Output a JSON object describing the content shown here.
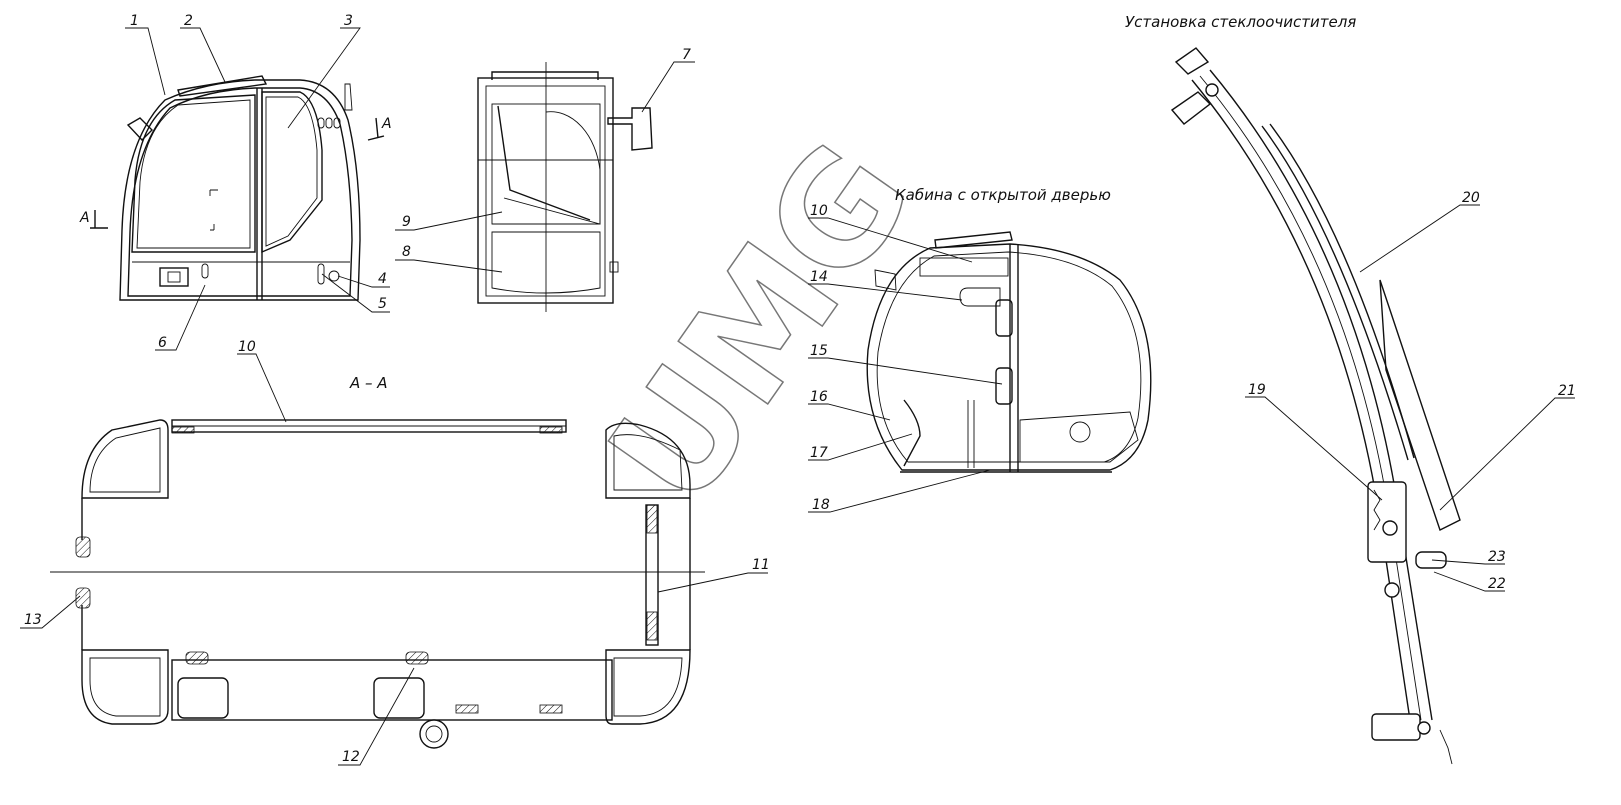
{
  "titles": {
    "wiper": "Установка стеклоочистителя",
    "open_door": "Кабина с открытой дверью",
    "section": "А – А"
  },
  "section_marks": {
    "a_left": "А",
    "a_right": "А"
  },
  "watermark": "UMG",
  "callouts": {
    "c1": "1",
    "c2": "2",
    "c3": "3",
    "c4": "4",
    "c5": "5",
    "c6": "6",
    "c7": "7",
    "c8": "8",
    "c9": "9",
    "c10a": "10",
    "c10b": "10",
    "c11": "11",
    "c12": "12",
    "c13": "13",
    "c14": "14",
    "c15": "15",
    "c16": "16",
    "c17": "17",
    "c18": "18",
    "c19": "19",
    "c20": "20",
    "c21": "21",
    "c22": "22",
    "c23": "23"
  }
}
